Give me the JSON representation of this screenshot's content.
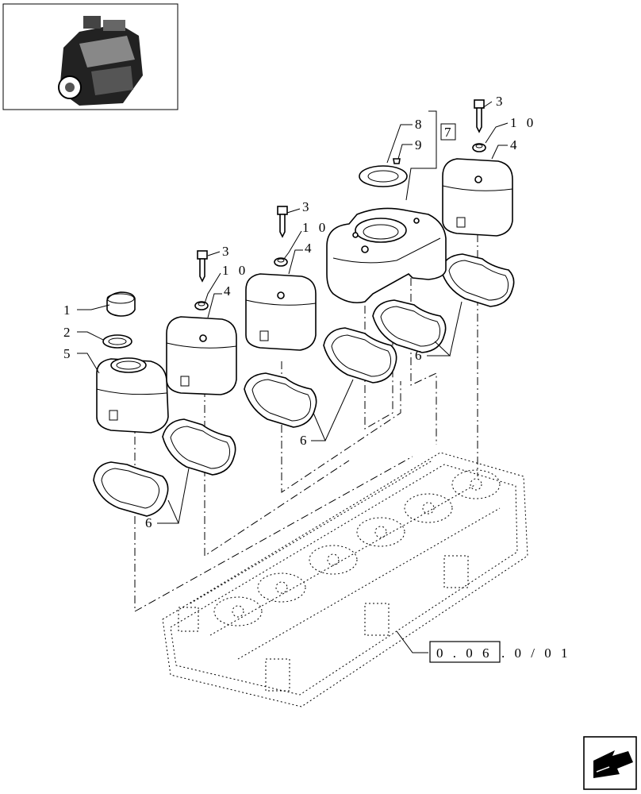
{
  "diagram": {
    "callouts": {
      "c1": "1",
      "c2": "2",
      "c5": "5",
      "c3a": "3",
      "c10a": "1 0",
      "c4a": "4",
      "c3b": "3",
      "c10b": "1 0",
      "c4b": "4",
      "c8": "8",
      "c9": "9",
      "c7": "7",
      "c3c": "3",
      "c10c": "1 0",
      "c4c": "4",
      "c6a": "6",
      "c6b": "6",
      "c6c": "6"
    },
    "reference": {
      "boxed": "0 . 0 6",
      "suffix": ". 0 / 0 1"
    }
  },
  "icons": [
    "engine-thumbnail",
    "navigation-arrow-icon"
  ]
}
